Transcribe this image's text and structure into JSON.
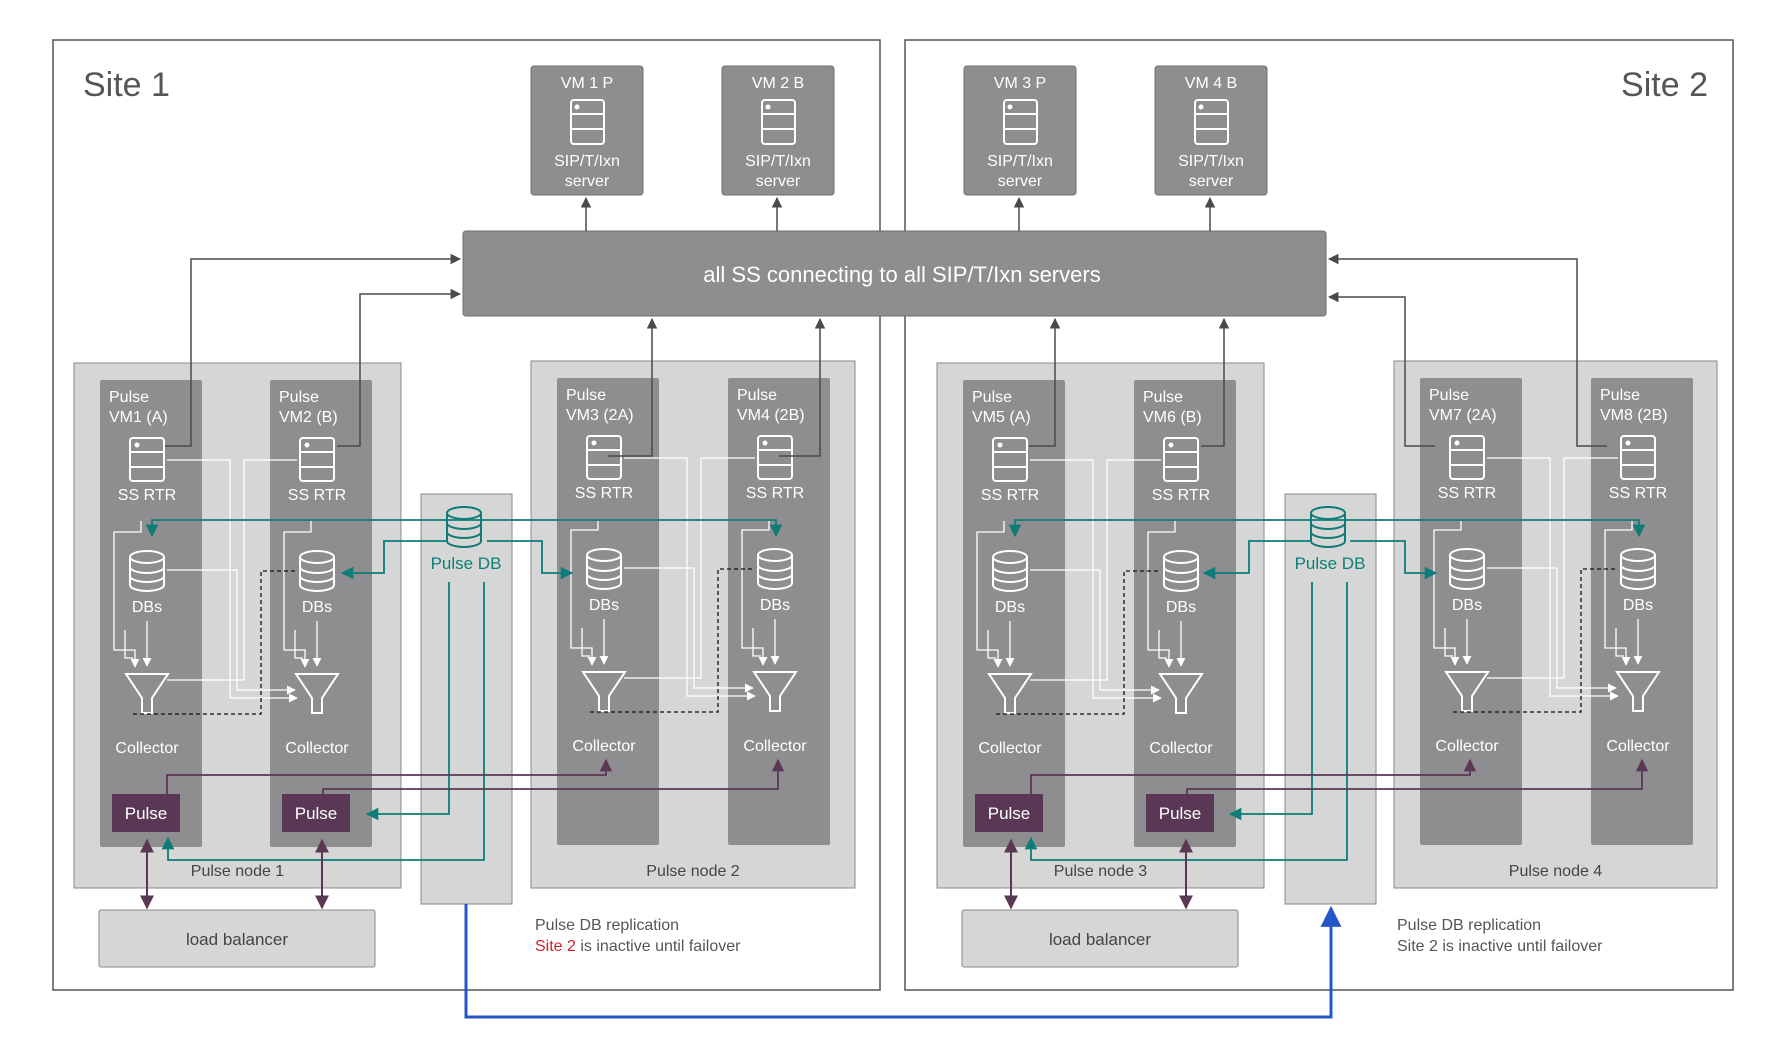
{
  "sites": [
    {
      "title": "Site 1",
      "vms": [
        {
          "name": "VM 1 P",
          "role": "SIP/T/Ixn",
          "role2": "server"
        },
        {
          "name": "VM 2 B",
          "role": "SIP/T/Ixn",
          "role2": "server"
        }
      ],
      "nodes": [
        {
          "label": "Pulse node 1",
          "vms": [
            {
              "l1": "Pulse",
              "l2": "VM1 (A)",
              "pulse": "Pulse"
            },
            {
              "l1": "Pulse",
              "l2": "VM2 (B)",
              "pulse": "Pulse"
            }
          ]
        },
        {
          "label": "Pulse node 2",
          "vms": [
            {
              "l1": "Pulse",
              "l2": "VM3 (2A)"
            },
            {
              "l1": "Pulse",
              "l2": "VM4 (2B)"
            }
          ]
        }
      ],
      "pulse_db": "Pulse DB",
      "load_balancer": "load balancer",
      "note": {
        "line1": "Pulse DB replication",
        "site_word": "Site 2",
        "rest": " is inactive until failover"
      }
    },
    {
      "title": "Site 2",
      "vms": [
        {
          "name": "VM 3 P",
          "role": "SIP/T/Ixn",
          "role2": "server"
        },
        {
          "name": "VM 4 B",
          "role": "SIP/T/Ixn",
          "role2": "server"
        }
      ],
      "nodes": [
        {
          "label": "Pulse node 3",
          "vms": [
            {
              "l1": "Pulse",
              "l2": "VM5 (A)",
              "pulse": "Pulse"
            },
            {
              "l1": "Pulse",
              "l2": "VM6 (B)",
              "pulse": "Pulse"
            }
          ]
        },
        {
          "label": "Pulse node 4",
          "vms": [
            {
              "l1": "Pulse",
              "l2": "VM7 (2A)"
            },
            {
              "l1": "Pulse",
              "l2": "VM8 (2B)"
            }
          ]
        }
      ],
      "pulse_db": "Pulse DB",
      "load_balancer": "load balancer",
      "note": {
        "line1": "Pulse DB replication",
        "site_word": "Site 2",
        "rest": " is inactive until failover"
      }
    }
  ],
  "central_bar": "all SS connecting to all SIP/T/Ixn servers",
  "component_labels": {
    "router": "SS RTR",
    "dbs": "DBs",
    "collector": "Collector"
  },
  "colors": {
    "site_border": "#555555",
    "vm_server": "#8e8e90",
    "node_box": "#d6d6d6",
    "vm_column": "#8e8e90",
    "pulse_box": "#5a3755",
    "teal": "#0e7d77",
    "purple": "#5a3755",
    "blue": "#2457c5",
    "dark_arrow": "#4a4a4a",
    "highlight_red": "#d0202c"
  }
}
